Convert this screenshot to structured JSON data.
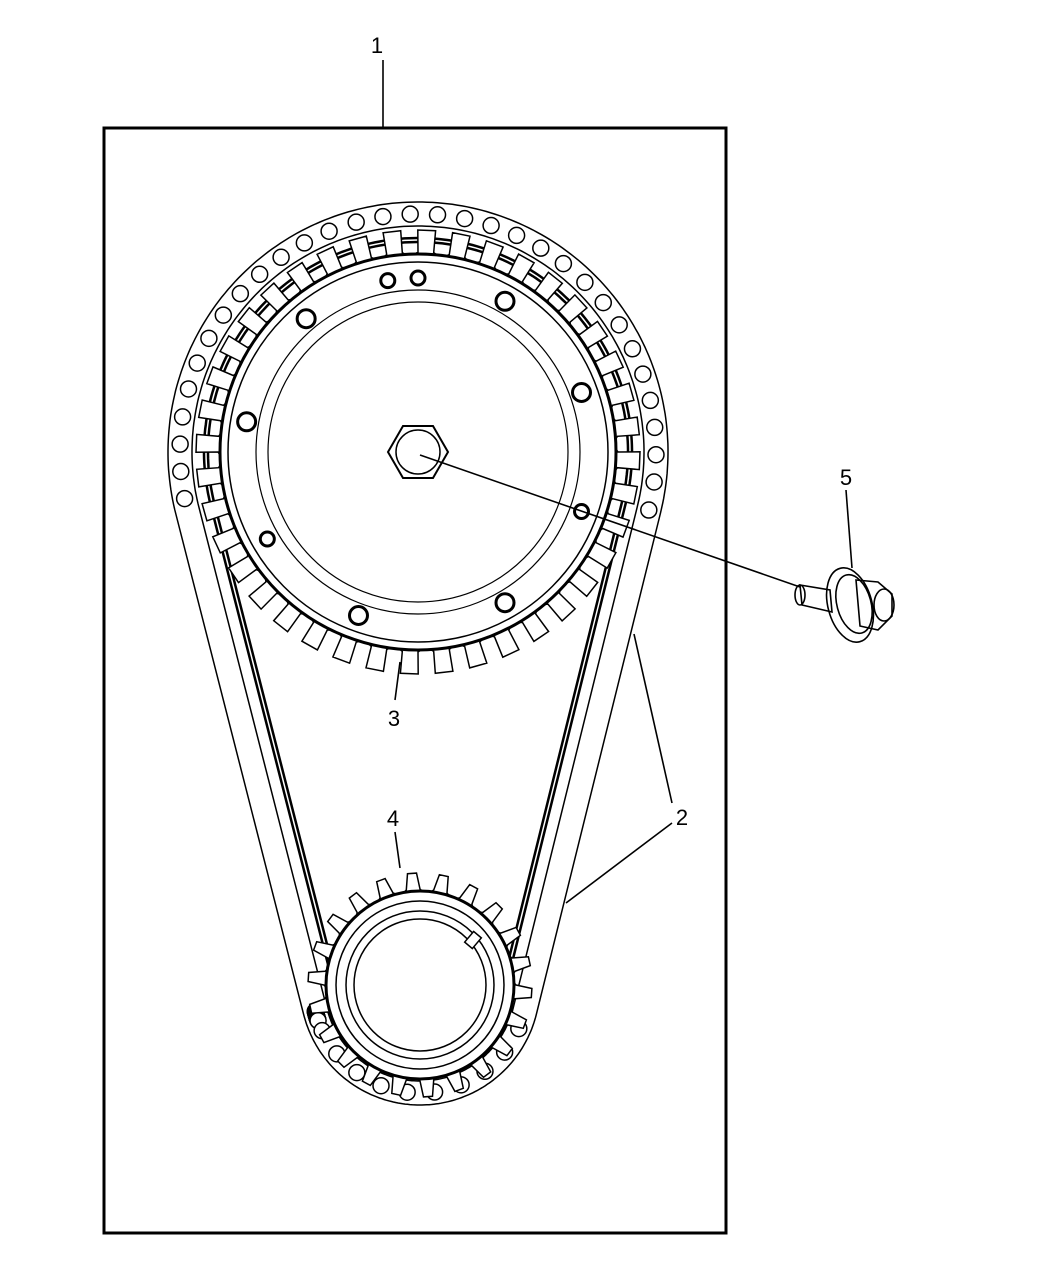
{
  "diagram": {
    "callouts": [
      {
        "id": "callout-1",
        "label": "1",
        "part": "kit-frame"
      },
      {
        "id": "callout-2",
        "label": "2",
        "part": "timing-chain"
      },
      {
        "id": "callout-3",
        "label": "3",
        "part": "camshaft-sprocket"
      },
      {
        "id": "callout-4",
        "label": "4",
        "part": "crankshaft-sprocket"
      },
      {
        "id": "callout-5",
        "label": "5",
        "part": "sprocket-bolt"
      }
    ],
    "colors": {
      "line": "#000000",
      "background": "#ffffff"
    }
  }
}
